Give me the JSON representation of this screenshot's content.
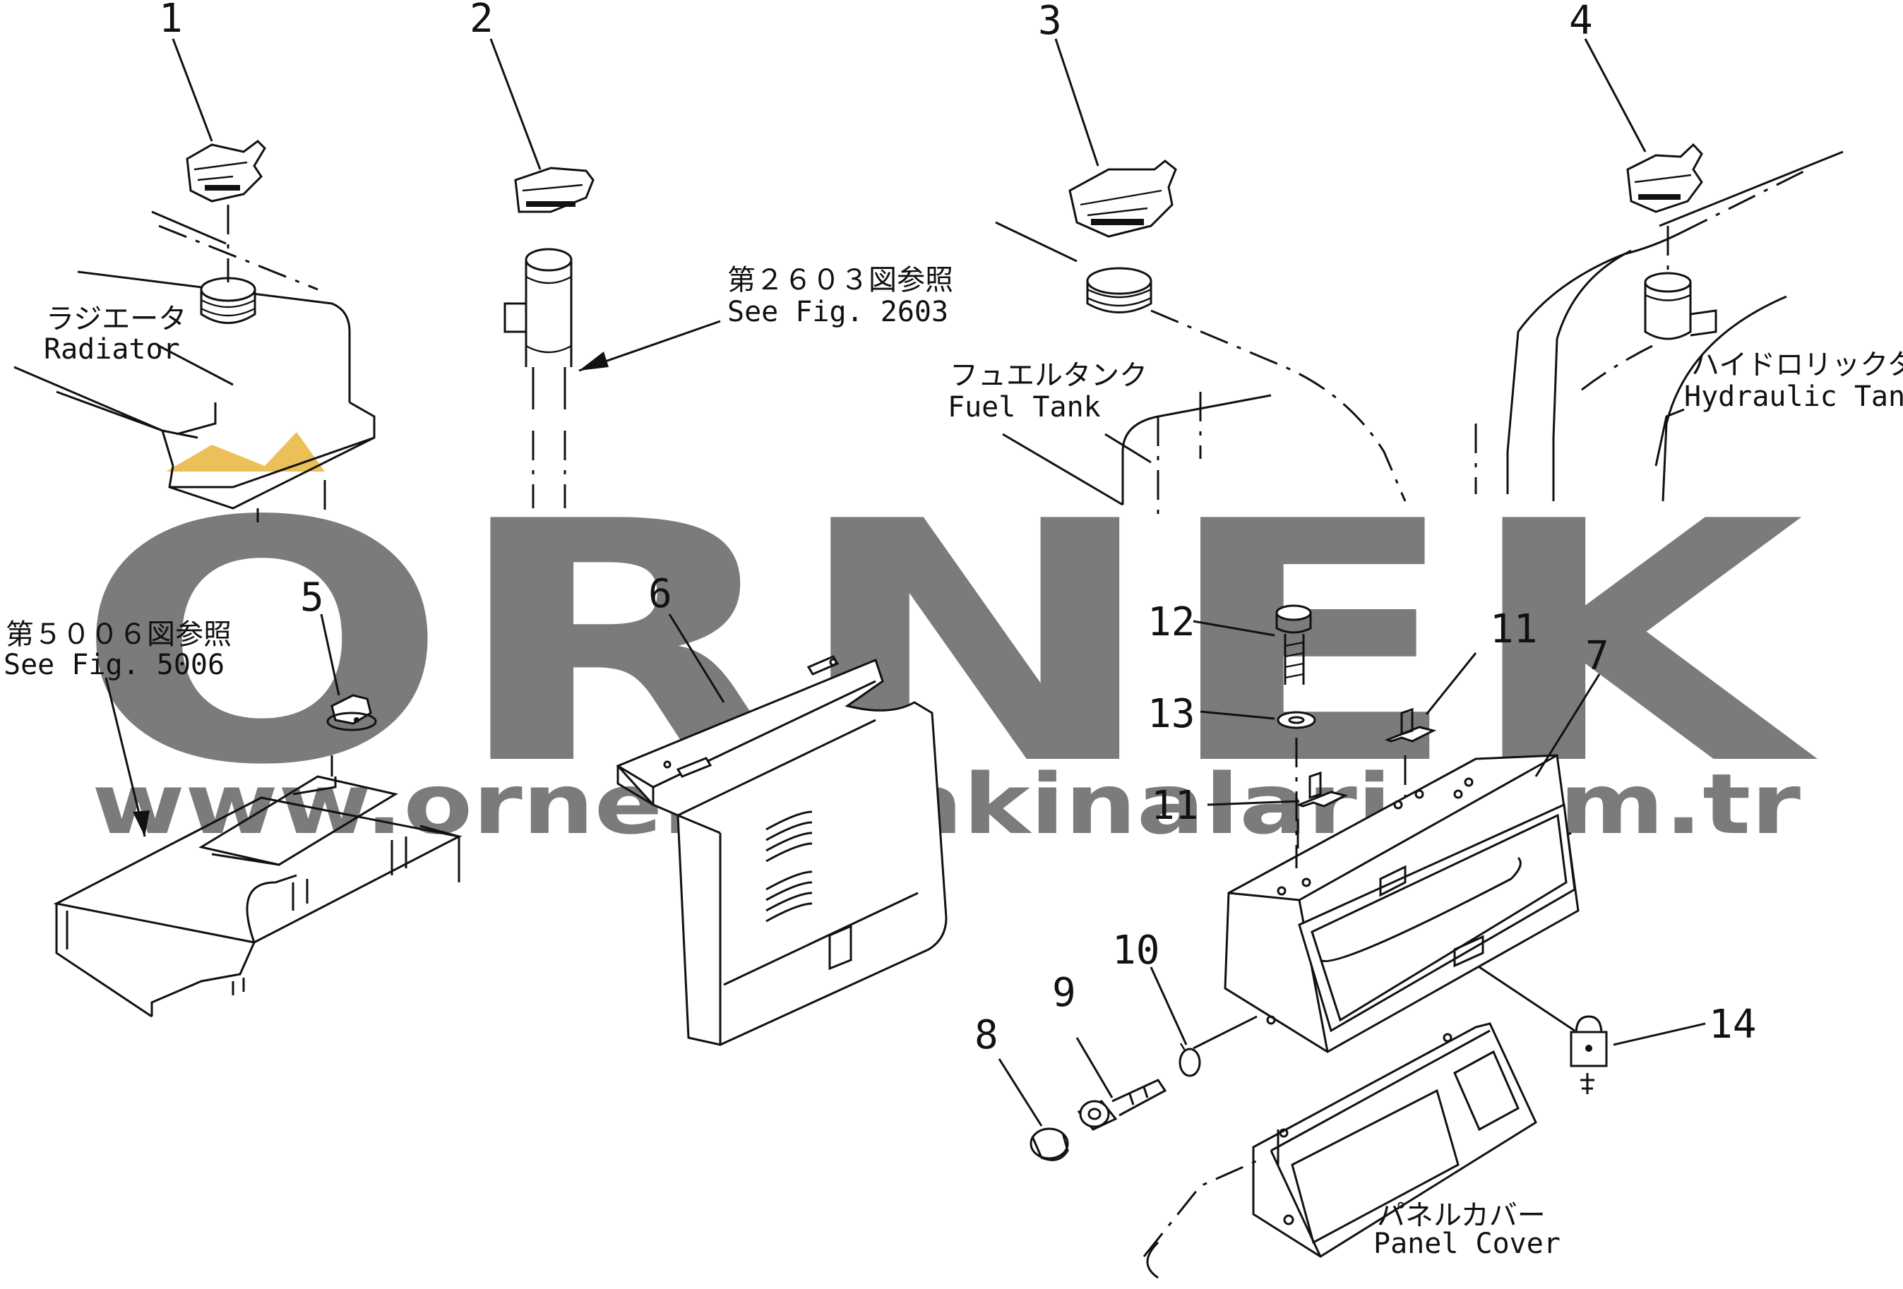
{
  "callouts": {
    "n1": "1",
    "n2": "2",
    "n3": "3",
    "n4": "4",
    "n5": "5",
    "n6": "6",
    "n7": "7",
    "n8": "8",
    "n9": "9",
    "n10": "10",
    "n11a": "11",
    "n11b": "11",
    "n12": "12",
    "n13": "13",
    "n14": "14"
  },
  "labels": {
    "radiator_jp": "ラジエータ",
    "radiator_en": "Radiator",
    "ref2603_jp": "第２６０３図参照",
    "ref2603_en": "See Fig. 2603",
    "fuel_jp": "フュエルタンク",
    "fuel_en": "Fuel  Tank",
    "hyd_jp": "ハイドロリックタンク",
    "hyd_en": "Hydraulic  Tank",
    "ref5006_jp": "第５００６図参照",
    "ref5006_en": "See Fig. 5006",
    "panel_jp": "パネルカバー",
    "panel_en": "Panel  Cover"
  },
  "watermark": {
    "brand": "ORNEK",
    "url": "www.orneksmakinalari.com.tr",
    "color": "#b9b6c2",
    "accent": "#e7b53c"
  }
}
